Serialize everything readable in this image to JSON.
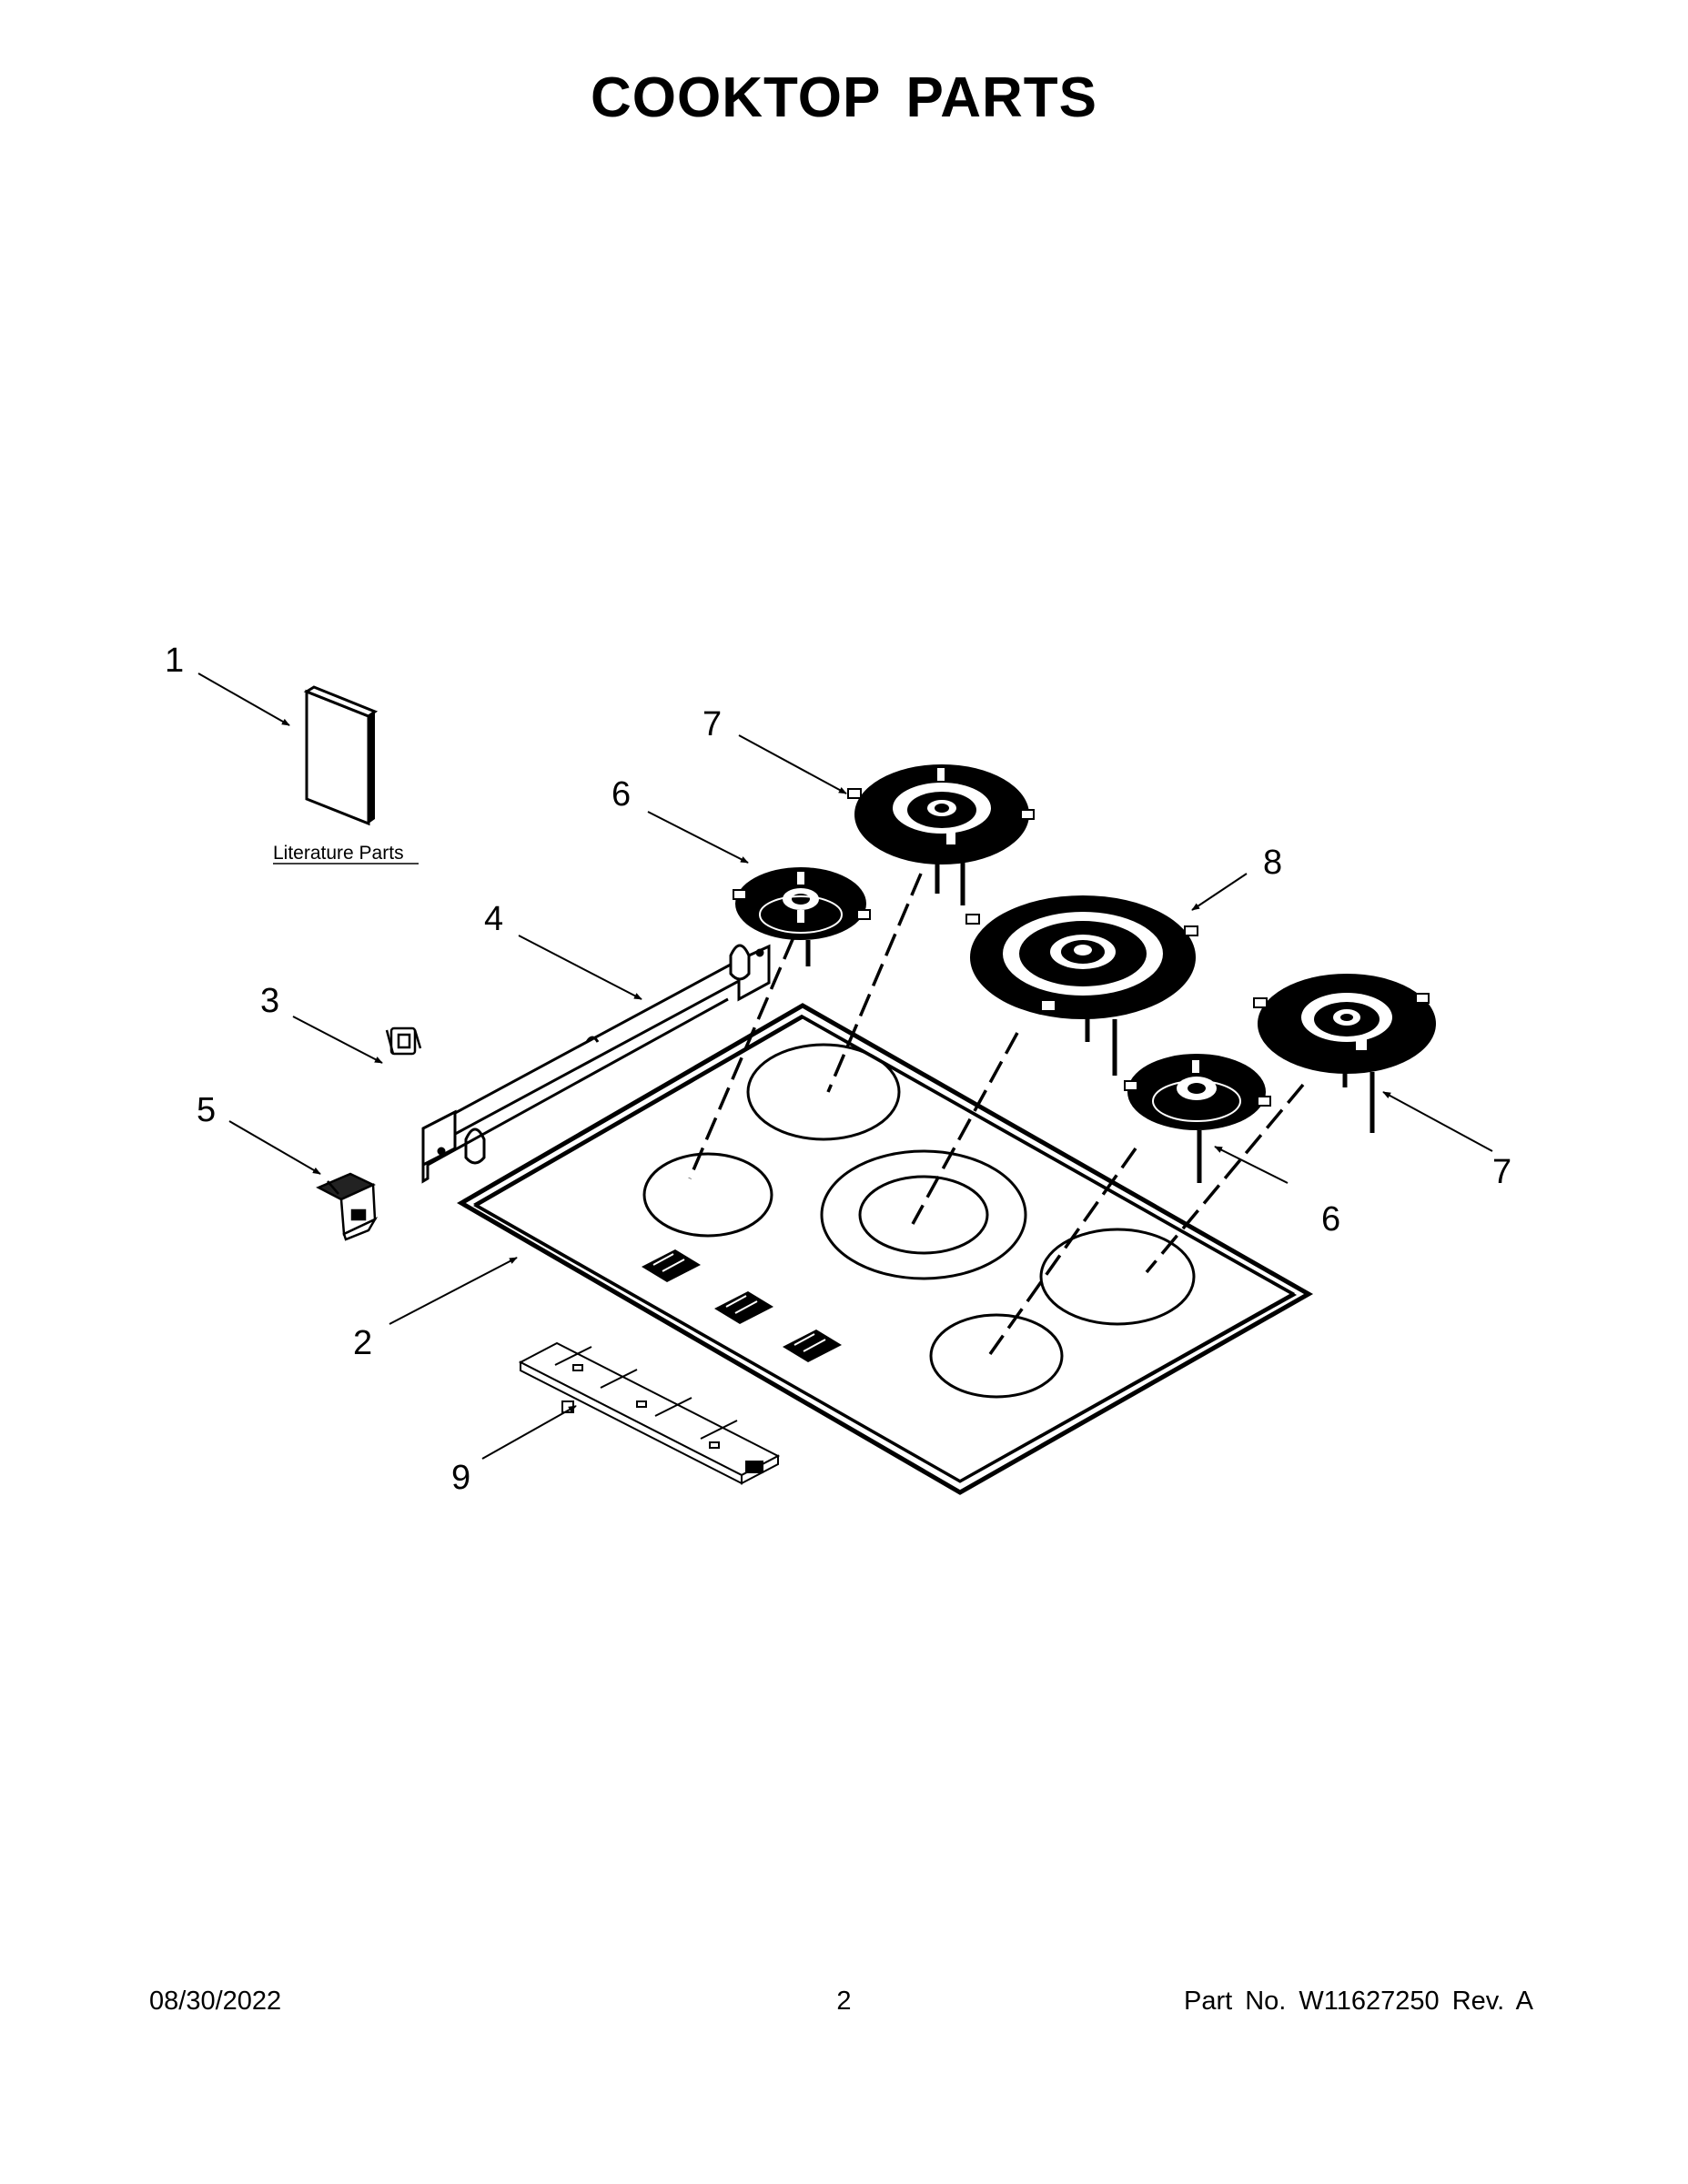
{
  "title": "COOKTOP PARTS",
  "literature_label": "Literature Parts",
  "callouts": {
    "c1": "1",
    "c2": "2",
    "c3": "3",
    "c4": "4",
    "c5": "5",
    "c6a": "6",
    "c6b": "6",
    "c7a": "7",
    "c7b": "7",
    "c8": "8",
    "c9": "9"
  },
  "footer": {
    "date": "08/30/2022",
    "page": "2",
    "part": "Part No.  W11627250  Rev.  A"
  }
}
